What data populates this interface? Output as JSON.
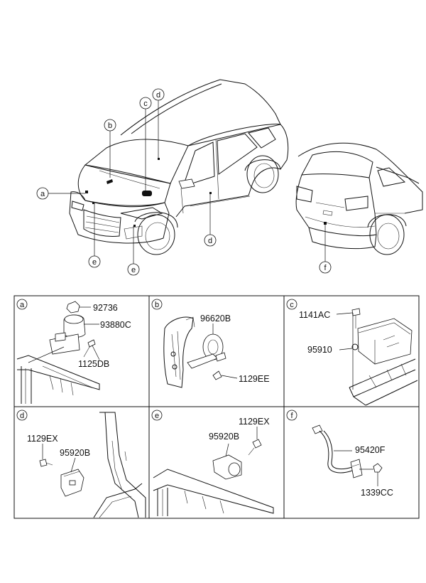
{
  "overview": {
    "callouts": {
      "a": "a",
      "b": "b",
      "c": "c",
      "d_top": "d",
      "d_bottom": "d",
      "e_left": "e",
      "e_right": "e",
      "f": "f"
    }
  },
  "panels": [
    {
      "id": "a",
      "label": "a",
      "parts": [
        "92736",
        "93880C",
        "1125DB"
      ]
    },
    {
      "id": "b",
      "label": "b",
      "parts": [
        "96620B",
        "1129EE"
      ]
    },
    {
      "id": "c",
      "label": "c",
      "parts": [
        "1141AC",
        "95910"
      ]
    },
    {
      "id": "d",
      "label": "d",
      "parts": [
        "1129EX",
        "95920B"
      ]
    },
    {
      "id": "e",
      "label": "e",
      "parts": [
        "1129EX",
        "95920B"
      ]
    },
    {
      "id": "f",
      "label": "f",
      "parts": [
        "95420F",
        "1339CC"
      ]
    }
  ]
}
